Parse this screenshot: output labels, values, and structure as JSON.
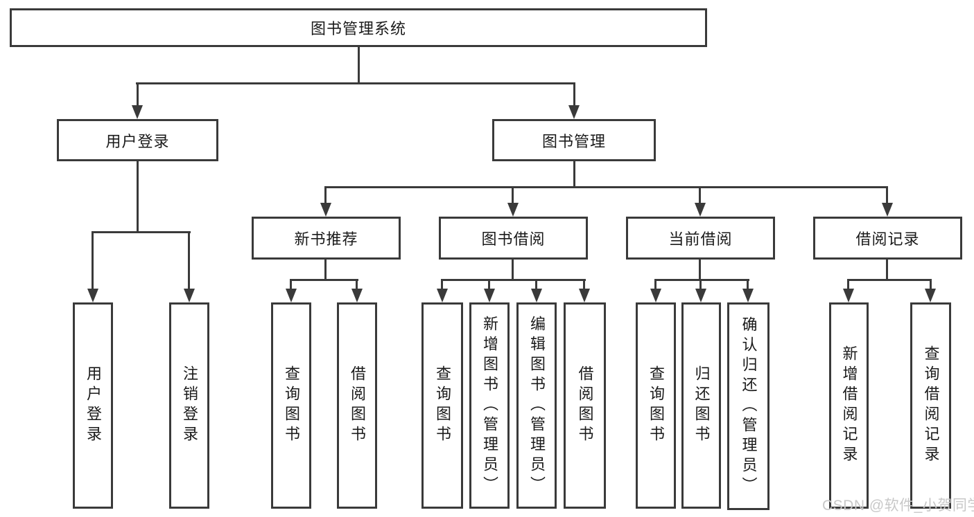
{
  "colors": {
    "line": "#3a3a3a",
    "border": "#3a3a3a",
    "fill": "#ffffff",
    "text": "#1a1a1a",
    "watermark": "#c8c8c8"
  },
  "watermark": {
    "text": "CSDN @软件_小贺同学"
  },
  "nodes": {
    "root": {
      "label": "图书管理系统"
    },
    "user-login": {
      "label": "用户登录"
    },
    "book-management": {
      "label": "图书管理"
    },
    "new-book-recommend": {
      "label": "新书推荐"
    },
    "book-borrow": {
      "label": "图书借阅"
    },
    "current-borrow": {
      "label": "当前借阅"
    },
    "borrow-record": {
      "label": "借阅记录"
    },
    "leaf-user-login": {
      "label": "用户登录"
    },
    "leaf-logout": {
      "label": "注销登录"
    },
    "leaf-nbr-query": {
      "label": "查询图书"
    },
    "leaf-nbr-borrow": {
      "label": "借阅图书"
    },
    "leaf-bb-query": {
      "label": "查询图书"
    },
    "leaf-bb-add": {
      "label": "新增图书（管理员）"
    },
    "leaf-bb-edit": {
      "label": "编辑图书（管理员）"
    },
    "leaf-bb-borrow": {
      "label": "借阅图书"
    },
    "leaf-cb-query": {
      "label": "查询图书"
    },
    "leaf-cb-return": {
      "label": "归还图书"
    },
    "leaf-cb-confirm": {
      "label": "确认归还（管理员）"
    },
    "leaf-br-add": {
      "label": "新增借阅记录"
    },
    "leaf-br-query": {
      "label": "查询借阅记录"
    }
  },
  "hierarchy": {
    "root": [
      "user-login",
      "book-management"
    ],
    "user-login": [
      "leaf-user-login",
      "leaf-logout"
    ],
    "book-management": [
      "new-book-recommend",
      "book-borrow",
      "current-borrow",
      "borrow-record"
    ],
    "new-book-recommend": [
      "leaf-nbr-query",
      "leaf-nbr-borrow"
    ],
    "book-borrow": [
      "leaf-bb-query",
      "leaf-bb-add",
      "leaf-bb-edit",
      "leaf-bb-borrow"
    ],
    "current-borrow": [
      "leaf-cb-query",
      "leaf-cb-return",
      "leaf-cb-confirm"
    ],
    "borrow-record": [
      "leaf-br-add",
      "leaf-br-query"
    ]
  }
}
